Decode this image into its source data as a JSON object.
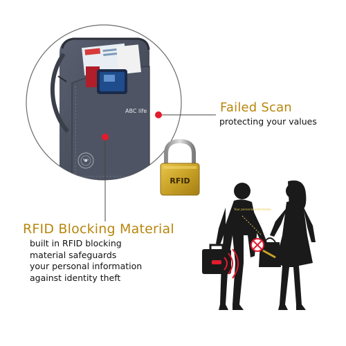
{
  "product": {
    "brand_label": "ABC life",
    "rfid_badge": "RFID"
  },
  "callouts": {
    "failed_scan": {
      "title": "Failed Scan",
      "subtitle": "protecting your values"
    },
    "rfid_blocking": {
      "title": "RFID Blocking Material",
      "lines": [
        "built in RFID blocking",
        "material safeguards",
        "your personal information",
        "against identity theft"
      ]
    }
  },
  "padlock": {
    "label": "RFID"
  },
  "scene": {
    "thief_note": "Your personal information"
  },
  "colors": {
    "accent_gold": "#b8860b",
    "marker_red": "#e21b2d",
    "wallet_gray": "#4a5060",
    "silhouette": "#1a1a1a"
  }
}
